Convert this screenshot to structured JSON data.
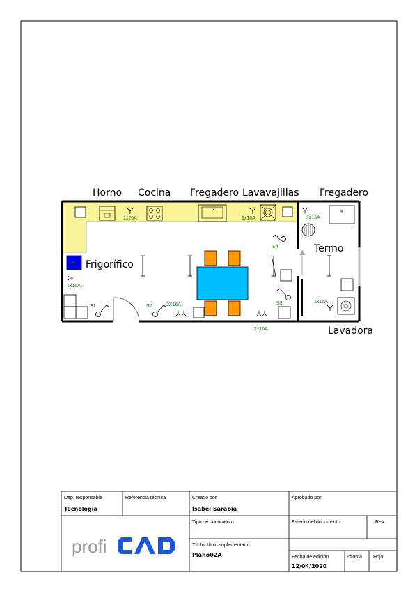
{
  "rooms": {
    "kitchen_labels": {
      "horno": "Horno",
      "cocina": "Cocina",
      "fregadero": "Fregadero",
      "lavavajillas": "Lavavajillas",
      "frigorifico": "Frigorífico"
    },
    "utility_labels": {
      "fregadero": "Fregadero",
      "termo": "Termo",
      "lavadora": "Lavadora"
    }
  },
  "electrical": {
    "socket_cocina": "1x25A",
    "socket_lavavajillas": "1x16A",
    "socket_frigorifico": "1x16A",
    "socket_termo": "1x16A",
    "socket_lavadora": "1x16A",
    "socket_s2": "2X16A",
    "socket_bottom": "2x16A",
    "switch_s1": "S1",
    "switch_s2": "S2",
    "switch_s3": "S3",
    "switch_s4": "S4"
  },
  "colors": {
    "counter": "#fbf59a",
    "table": "#00bfff",
    "chairs": "#ff9900",
    "fridge": "#0000ee",
    "electrical_text": "#1a7a1a"
  },
  "title_block": {
    "dep_label": "Dep. responsable",
    "dep_value": "Tecnologia",
    "ref_label": "Referencia técnica",
    "creado_label": "Creado por",
    "creado_value": "Isabel Sarabia",
    "aprobado_label": "Aprobado por",
    "tipo_label": "Tipo de documento",
    "estado_label": "Estado del documento",
    "rev_label": "Rev.",
    "titulo_label": "Título, título suplementario",
    "titulo_value": "Plano02A",
    "fecha_label": "Fecha de edición",
    "fecha_value": "12/04/2020",
    "idioma_label": "Idioma",
    "hoja_label": "Hoja",
    "logo_text": "proficad"
  }
}
